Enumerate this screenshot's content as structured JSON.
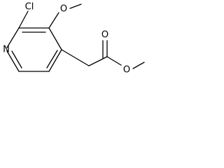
{
  "molecule": {
    "atoms": {
      "cl": "Cl",
      "n": "N",
      "o_methoxy": "O",
      "o_carbonyl": "O",
      "o_ester": "O"
    }
  }
}
